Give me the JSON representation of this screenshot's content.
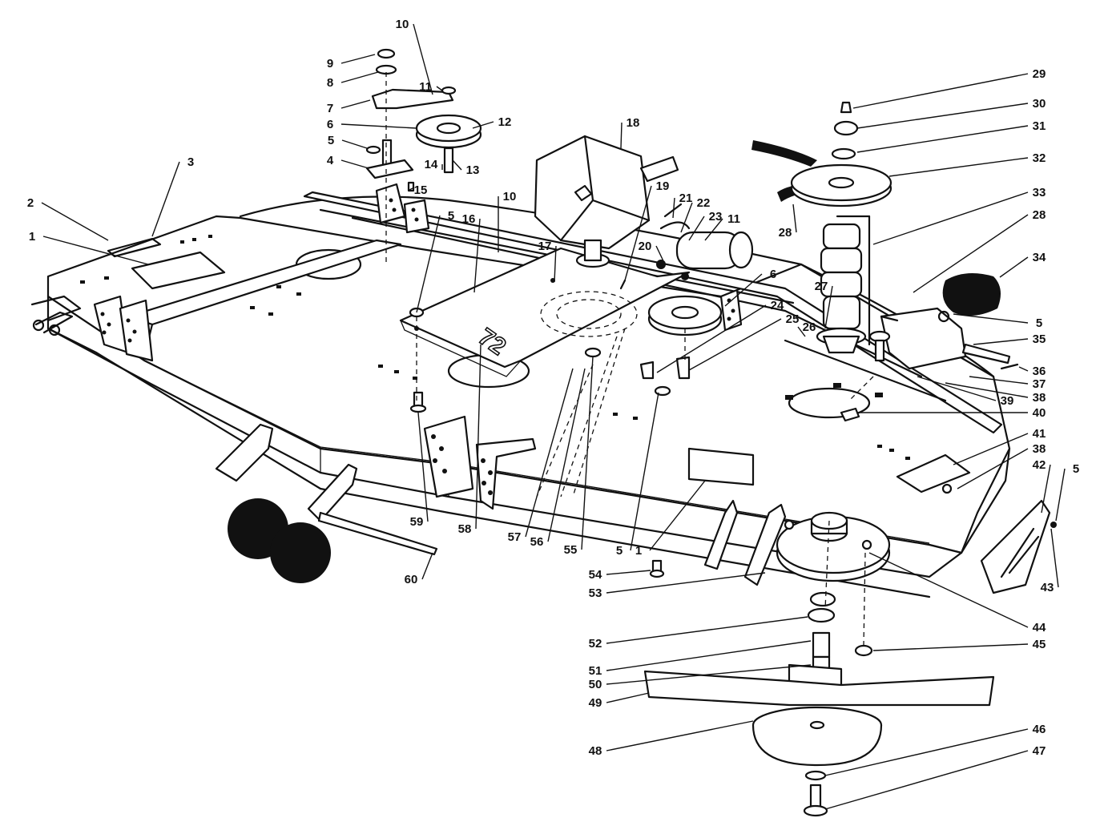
{
  "callouts": [
    {
      "id": "c1a",
      "text": "1"
    },
    {
      "id": "c2",
      "text": "2"
    },
    {
      "id": "c3",
      "text": "3"
    },
    {
      "id": "c4",
      "text": "4"
    },
    {
      "id": "c5a",
      "text": "5"
    },
    {
      "id": "c6a",
      "text": "6"
    },
    {
      "id": "c7",
      "text": "7"
    },
    {
      "id": "c8",
      "text": "8"
    },
    {
      "id": "c9",
      "text": "9"
    },
    {
      "id": "c10a",
      "text": "10"
    },
    {
      "id": "c11a",
      "text": "11"
    },
    {
      "id": "c12",
      "text": "12"
    },
    {
      "id": "c13",
      "text": "13"
    },
    {
      "id": "c14",
      "text": "14"
    },
    {
      "id": "c15",
      "text": "15"
    },
    {
      "id": "c5b",
      "text": "5"
    },
    {
      "id": "c16",
      "text": "16"
    },
    {
      "id": "c10b",
      "text": "10"
    },
    {
      "id": "c17",
      "text": "17"
    },
    {
      "id": "c18",
      "text": "18"
    },
    {
      "id": "c19",
      "text": "19"
    },
    {
      "id": "c20",
      "text": "20"
    },
    {
      "id": "c21",
      "text": "21"
    },
    {
      "id": "c22",
      "text": "22"
    },
    {
      "id": "c23",
      "text": "23"
    },
    {
      "id": "c11b",
      "text": "11"
    },
    {
      "id": "c6b",
      "text": "6"
    },
    {
      "id": "c24",
      "text": "24"
    },
    {
      "id": "c25",
      "text": "25"
    },
    {
      "id": "c26",
      "text": "26"
    },
    {
      "id": "c27",
      "text": "27"
    },
    {
      "id": "c28a",
      "text": "28"
    },
    {
      "id": "c29",
      "text": "29"
    },
    {
      "id": "c30",
      "text": "30"
    },
    {
      "id": "c31",
      "text": "31"
    },
    {
      "id": "c32",
      "text": "32"
    },
    {
      "id": "c33",
      "text": "33"
    },
    {
      "id": "c28b",
      "text": "28"
    },
    {
      "id": "c34",
      "text": "34"
    },
    {
      "id": "c5c",
      "text": "5"
    },
    {
      "id": "c35",
      "text": "35"
    },
    {
      "id": "c36",
      "text": "36"
    },
    {
      "id": "c37",
      "text": "37"
    },
    {
      "id": "c38a",
      "text": "38"
    },
    {
      "id": "c39",
      "text": "39"
    },
    {
      "id": "c40",
      "text": "40"
    },
    {
      "id": "c41",
      "text": "41"
    },
    {
      "id": "c38b",
      "text": "38"
    },
    {
      "id": "c42",
      "text": "42"
    },
    {
      "id": "c5d",
      "text": "5"
    },
    {
      "id": "c43",
      "text": "43"
    },
    {
      "id": "c44",
      "text": "44"
    },
    {
      "id": "c45",
      "text": "45"
    },
    {
      "id": "c46",
      "text": "46"
    },
    {
      "id": "c47",
      "text": "47"
    },
    {
      "id": "c48",
      "text": "48"
    },
    {
      "id": "c49",
      "text": "49"
    },
    {
      "id": "c50",
      "text": "50"
    },
    {
      "id": "c51",
      "text": "51"
    },
    {
      "id": "c52",
      "text": "52"
    },
    {
      "id": "c53",
      "text": "53"
    },
    {
      "id": "c54",
      "text": "54"
    },
    {
      "id": "c1b",
      "text": "1"
    },
    {
      "id": "c5e",
      "text": "5"
    },
    {
      "id": "c55",
      "text": "55"
    },
    {
      "id": "c56",
      "text": "56"
    },
    {
      "id": "c57",
      "text": "57"
    },
    {
      "id": "c58",
      "text": "58"
    },
    {
      "id": "c59",
      "text": "59"
    },
    {
      "id": "c60",
      "text": "60"
    }
  ],
  "deck_marking": "72"
}
